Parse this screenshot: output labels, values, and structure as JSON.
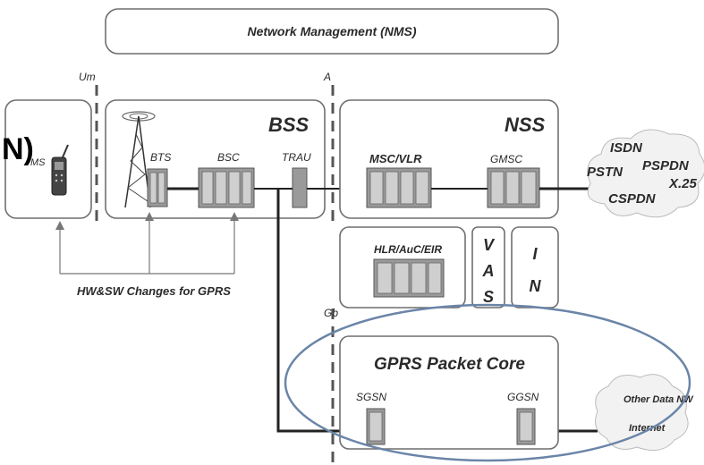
{
  "nms": {
    "label": "Network Management (NMS)"
  },
  "interfaces": {
    "um": "Um",
    "a": "A",
    "gb": "Gb"
  },
  "corner_fragment": "N)",
  "ms": {
    "label": "MS"
  },
  "bss": {
    "title": "BSS",
    "bts": "BTS",
    "bsc": "BSC",
    "trau": "TRAU"
  },
  "nss": {
    "title": "NSS",
    "msc": "MSC/VLR",
    "gmsc": "GMSC"
  },
  "hlr": {
    "label": "HLR/AuC/EIR"
  },
  "vas": {
    "letters": [
      "V",
      "A",
      "S"
    ]
  },
  "in": {
    "letters": [
      "I",
      "N"
    ]
  },
  "external": {
    "isdn": "ISDN",
    "pstn": "PSTN",
    "pspdn": "PSPDN",
    "x25": "X.25",
    "cspdn": "CSPDN"
  },
  "hw_note": "HW&SW Changes for GPRS",
  "gprs": {
    "title": "GPRS Packet Core",
    "sgsn": "SGSN",
    "ggsn": "GGSN"
  },
  "other_networks": {
    "other": "Other Data NW",
    "internet": "Internet"
  },
  "colors": {
    "highlight_ellipse": "#6a85a8",
    "line": "#222222",
    "box_border": "#6f6f6f"
  }
}
